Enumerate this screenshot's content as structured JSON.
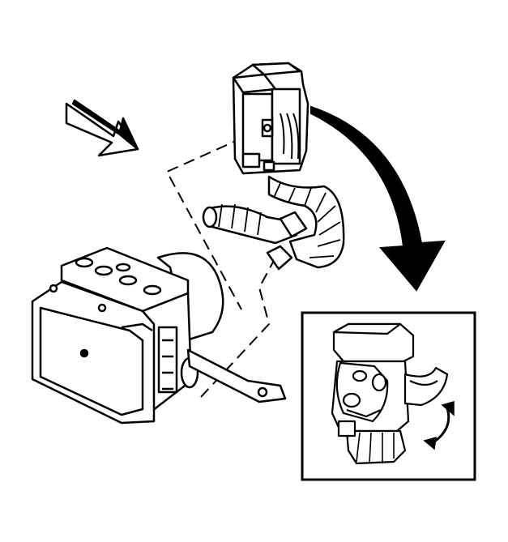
{
  "diagram": {
    "background": "#ffffff",
    "ink": "#000000",
    "fill_light": "#ececec",
    "fill_mid": "#c8c8c8",
    "fill_dark": "#8c8c8c",
    "components": [
      "direction-arrow",
      "ebcm-module-assembly",
      "bracket",
      "wiring-harness-connector",
      "wiring-harness-conduit",
      "rotation-arrow",
      "detail-inset-view",
      "rotate-motion-arrow"
    ]
  }
}
